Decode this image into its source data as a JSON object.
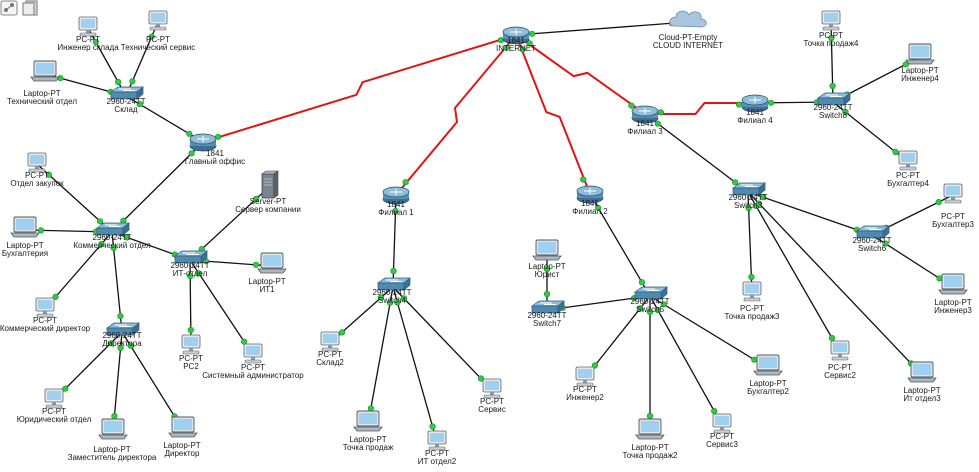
{
  "colors": {
    "ethernet": "#111111",
    "serial": "#e01414",
    "link_dot": "#2ecc40",
    "router": "#5a8fb4",
    "switch": "#4f8ab0",
    "pc_screen": "#9fd0ef",
    "cloud": "#a8c6de"
  },
  "devices": [
    {
      "id": "pc-inzh-sklada",
      "type": "pc",
      "model": "PC-PT",
      "name": "Инженер склада"
    },
    {
      "id": "pc-tech-service",
      "type": "pc",
      "model": "PC-PT",
      "name": "Технический сервис"
    },
    {
      "id": "lt-tech-otdel",
      "type": "laptop",
      "model": "Laptop-PT",
      "name": "Технический отдел"
    },
    {
      "id": "sw-sklad",
      "type": "switch",
      "model": "2960-24TT",
      "name": "Склад"
    },
    {
      "id": "rt-main",
      "type": "router",
      "model": "1841",
      "name": "Главный оффис"
    },
    {
      "id": "pc-otdel-zakup",
      "type": "pc",
      "model": "PC-PT",
      "name": "Отдел закупок"
    },
    {
      "id": "lt-buh",
      "type": "laptop",
      "model": "Laptop-PT",
      "name": "Бухгалтерия"
    },
    {
      "id": "sw-komm",
      "type": "switch",
      "model": "2960-24TT",
      "name": "Коммерческий отдел"
    },
    {
      "id": "pc-komm-dir",
      "type": "pc",
      "model": "PC-PT",
      "name": "Коммерческий директор"
    },
    {
      "id": "sw-dir",
      "type": "switch",
      "model": "2960-24TT",
      "name": "Директора"
    },
    {
      "id": "pc-yur",
      "type": "pc",
      "model": "PC-PT",
      "name": "Юридический отдел"
    },
    {
      "id": "lt-zam",
      "type": "laptop",
      "model": "Laptop-PT",
      "name": "Заместитель директора"
    },
    {
      "id": "lt-dir",
      "type": "laptop",
      "model": "Laptop-PT",
      "name": "Директор"
    },
    {
      "id": "srv",
      "type": "server",
      "model": "Server-PT",
      "name": "Сервер компании"
    },
    {
      "id": "sw-it",
      "type": "switch",
      "model": "2960-24TT",
      "name": "ИТ-отдел"
    },
    {
      "id": "lt-it1",
      "type": "laptop",
      "model": "Laptop-PT",
      "name": "ИТ1"
    },
    {
      "id": "pc-pc2",
      "type": "pc",
      "model": "PC-PT",
      "name": "PC2"
    },
    {
      "id": "pc-sysadm",
      "type": "pc",
      "model": "PC-PT",
      "name": "Системный администратор"
    },
    {
      "id": "rt-internet",
      "type": "router",
      "model": "1841",
      "name": "INTERNET"
    },
    {
      "id": "cloud",
      "type": "cloud",
      "model": "Cloud-PT-Empty",
      "name": "CLOUD INTERNET"
    },
    {
      "id": "rt-f1",
      "type": "router",
      "model": "1841",
      "name": "Филиал 1"
    },
    {
      "id": "sw-4",
      "type": "switch",
      "model": "2960-24TT",
      "name": "Switch4"
    },
    {
      "id": "pc-sklad2",
      "type": "pc",
      "model": "PC-PT",
      "name": "Склад2"
    },
    {
      "id": "lt-tochka",
      "type": "laptop",
      "model": "Laptop-PT",
      "name": "Точка продаж"
    },
    {
      "id": "pc-it2",
      "type": "pc",
      "model": "PC-PT",
      "name": "ИТ отдел2"
    },
    {
      "id": "pc-servis",
      "type": "pc",
      "model": "PC-PT",
      "name": "Сервис"
    },
    {
      "id": "rt-f2",
      "type": "router",
      "model": "1841",
      "name": "Филиал 2"
    },
    {
      "id": "lt-yurist",
      "type": "laptop",
      "model": "Laptop-PT",
      "name": "Юрист"
    },
    {
      "id": "sw-7",
      "type": "switch",
      "model": "2960-24TT",
      "name": "Switch7"
    },
    {
      "id": "sw-5",
      "type": "switch",
      "model": "2960-24TT",
      "name": "Switch5"
    },
    {
      "id": "pc-inzh2",
      "type": "pc",
      "model": "PC-PT",
      "name": "Инженер2"
    },
    {
      "id": "lt-tochka2",
      "type": "laptop",
      "model": "Laptop-PT",
      "name": "Точка продаж2"
    },
    {
      "id": "pc-servis3",
      "type": "pc",
      "model": "PC-PT",
      "name": "Сервис3"
    },
    {
      "id": "lt-buh2",
      "type": "laptop",
      "model": "Laptop-PT",
      "name": "Бухгалтер2"
    },
    {
      "id": "rt-f3",
      "type": "router",
      "model": "1841",
      "name": "Филиал 3"
    },
    {
      "id": "rt-f4",
      "type": "router",
      "model": "1841",
      "name": "Филиал 4"
    },
    {
      "id": "sw-8",
      "type": "switch",
      "model": "2960-24TT",
      "name": "Switch8"
    },
    {
      "id": "pc-tochka4",
      "type": "pc",
      "model": "PC-PT",
      "name": "Точка продаж4"
    },
    {
      "id": "lt-inzh4",
      "type": "laptop",
      "model": "Laptop-PT",
      "name": "Инженер4"
    },
    {
      "id": "pc-buh4",
      "type": "pc",
      "model": "PC-PT",
      "name": "Бухгалтер4"
    },
    {
      "id": "sw-3",
      "type": "switch",
      "model": "2960-24TT",
      "name": "Switch3"
    },
    {
      "id": "pc-buh3",
      "type": "pc",
      "model": "PC-PT",
      "name": "Бухгалтер3"
    },
    {
      "id": "sw-6",
      "type": "switch",
      "model": "2960-24TT",
      "name": "Switch6"
    },
    {
      "id": "lt-inzh3",
      "type": "laptop",
      "model": "Laptop-PT",
      "name": "Инженер3"
    },
    {
      "id": "pc-tochka3",
      "type": "pc",
      "model": "PC-PT",
      "name": "Точка продаж3"
    },
    {
      "id": "pc-servis2",
      "type": "pc",
      "model": "PC-PT",
      "name": "Сервис2"
    },
    {
      "id": "lt-itotdel3",
      "type": "laptop",
      "model": "Laptop-PT",
      "name": "Ит отдел3"
    }
  ],
  "links": [
    {
      "a": "pc-inzh-sklada",
      "b": "sw-sklad",
      "kind": "ethernet"
    },
    {
      "a": "pc-tech-service",
      "b": "sw-sklad",
      "kind": "ethernet"
    },
    {
      "a": "lt-tech-otdel",
      "b": "sw-sklad",
      "kind": "ethernet"
    },
    {
      "a": "sw-sklad",
      "b": "rt-main",
      "kind": "ethernet"
    },
    {
      "a": "rt-main",
      "b": "sw-komm",
      "kind": "ethernet"
    },
    {
      "a": "pc-otdel-zakup",
      "b": "sw-komm",
      "kind": "ethernet"
    },
    {
      "a": "lt-buh",
      "b": "sw-komm",
      "kind": "ethernet"
    },
    {
      "a": "pc-komm-dir",
      "b": "sw-komm",
      "kind": "ethernet"
    },
    {
      "a": "sw-komm",
      "b": "sw-dir",
      "kind": "ethernet"
    },
    {
      "a": "sw-komm",
      "b": "sw-it",
      "kind": "ethernet"
    },
    {
      "a": "sw-dir",
      "b": "pc-yur",
      "kind": "ethernet"
    },
    {
      "a": "sw-dir",
      "b": "lt-zam",
      "kind": "ethernet"
    },
    {
      "a": "sw-dir",
      "b": "lt-dir",
      "kind": "ethernet"
    },
    {
      "a": "sw-it",
      "b": "srv",
      "kind": "ethernet"
    },
    {
      "a": "sw-it",
      "b": "lt-it1",
      "kind": "ethernet"
    },
    {
      "a": "sw-it",
      "b": "pc-pc2",
      "kind": "ethernet"
    },
    {
      "a": "sw-it",
      "b": "pc-sysadm",
      "kind": "ethernet"
    },
    {
      "a": "rt-main",
      "b": "rt-internet",
      "kind": "serial"
    },
    {
      "a": "rt-internet",
      "b": "cloud",
      "kind": "ethernet"
    },
    {
      "a": "rt-internet",
      "b": "rt-f1",
      "kind": "serial"
    },
    {
      "a": "rt-internet",
      "b": "rt-f2",
      "kind": "serial"
    },
    {
      "a": "rt-internet",
      "b": "rt-f3",
      "kind": "serial"
    },
    {
      "a": "rt-f1",
      "b": "sw-4",
      "kind": "ethernet"
    },
    {
      "a": "sw-4",
      "b": "pc-sklad2",
      "kind": "ethernet"
    },
    {
      "a": "sw-4",
      "b": "lt-tochka",
      "kind": "ethernet"
    },
    {
      "a": "sw-4",
      "b": "pc-it2",
      "kind": "ethernet"
    },
    {
      "a": "sw-4",
      "b": "pc-servis",
      "kind": "ethernet"
    },
    {
      "a": "rt-f2",
      "b": "sw-5",
      "kind": "ethernet"
    },
    {
      "a": "sw-5",
      "b": "sw-7",
      "kind": "ethernet"
    },
    {
      "a": "sw-7",
      "b": "lt-yurist",
      "kind": "ethernet"
    },
    {
      "a": "sw-5",
      "b": "pc-inzh2",
      "kind": "ethernet"
    },
    {
      "a": "sw-5",
      "b": "lt-tochka2",
      "kind": "ethernet"
    },
    {
      "a": "sw-5",
      "b": "pc-servis3",
      "kind": "ethernet"
    },
    {
      "a": "sw-5",
      "b": "lt-buh2",
      "kind": "ethernet"
    },
    {
      "a": "rt-f3",
      "b": "rt-f4",
      "kind": "serial"
    },
    {
      "a": "rt-f4",
      "b": "sw-8",
      "kind": "ethernet"
    },
    {
      "a": "sw-8",
      "b": "pc-tochka4",
      "kind": "ethernet"
    },
    {
      "a": "sw-8",
      "b": "lt-inzh4",
      "kind": "ethernet"
    },
    {
      "a": "sw-8",
      "b": "pc-buh4",
      "kind": "ethernet"
    },
    {
      "a": "rt-f3",
      "b": "sw-3",
      "kind": "ethernet"
    },
    {
      "a": "sw-3",
      "b": "sw-6",
      "kind": "ethernet"
    },
    {
      "a": "sw-3",
      "b": "pc-tochka3",
      "kind": "ethernet"
    },
    {
      "a": "sw-3",
      "b": "pc-servis2",
      "kind": "ethernet"
    },
    {
      "a": "sw-3",
      "b": "lt-itotdel3",
      "kind": "ethernet"
    },
    {
      "a": "sw-6",
      "b": "pc-buh3",
      "kind": "ethernet"
    },
    {
      "a": "sw-6",
      "b": "lt-inzh3",
      "kind": "ethernet"
    }
  ]
}
